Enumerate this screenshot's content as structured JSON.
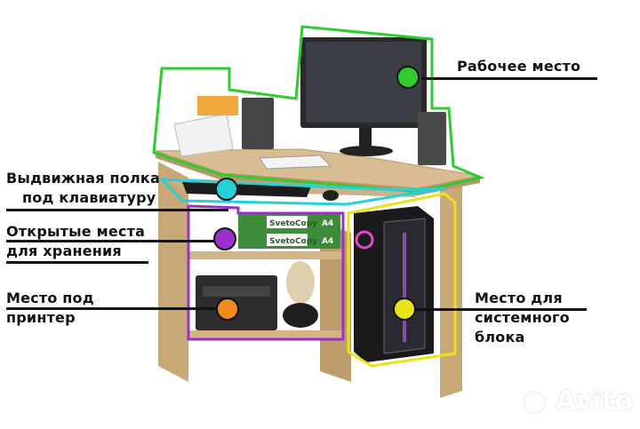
{
  "labels": {
    "workspace": "Рабочее место",
    "keyboard_line1": "Выдвижная полка",
    "keyboard_line2": "под клавиатуру",
    "storage_line1": "Открытые места",
    "storage_line2": "для хранения",
    "printer_line1": "Место под",
    "printer_line2": "принтер",
    "tower_line1": "Место для",
    "tower_line2": "системного",
    "tower_line3": "блока"
  },
  "product_text": {
    "paper_brand": "SvetoCopy",
    "paper_size": "A4"
  },
  "watermark": "Avito",
  "colors": {
    "workspace": "#2ecc2e",
    "keyboard": "#25d0d8",
    "storage": "#9b2fc9",
    "printer": "#f08a1a",
    "tower": "#e8e31a"
  }
}
